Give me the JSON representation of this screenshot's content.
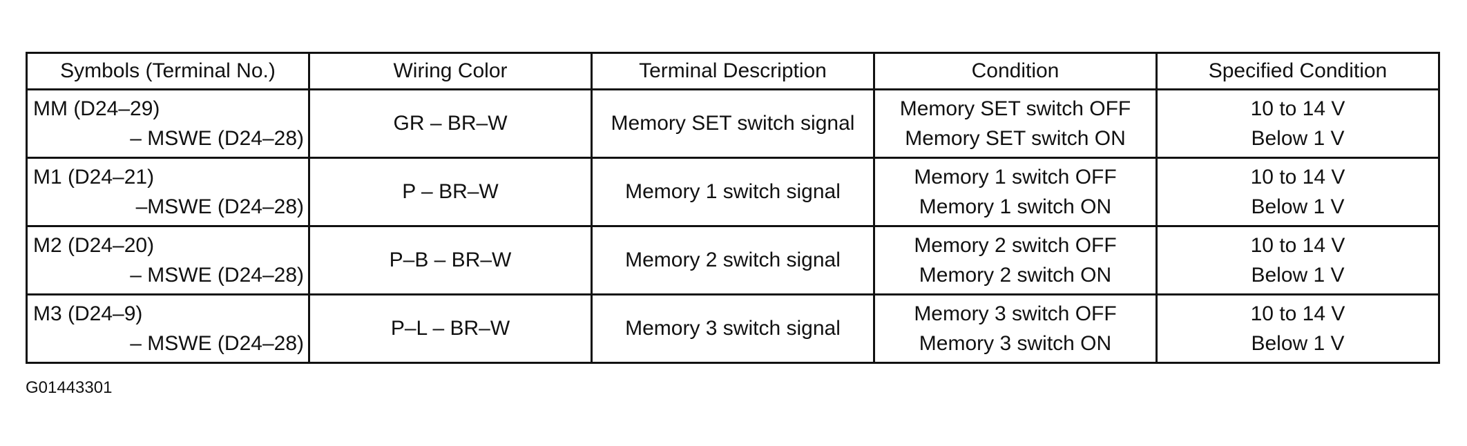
{
  "table": {
    "headers": [
      "Symbols (Terminal No.)",
      "Wiring Color",
      "Terminal Description",
      "Condition",
      "Specified Condition"
    ],
    "rows": [
      {
        "symbol_line1": "MM (D24–29)",
        "symbol_line2": "– MSWE (D24–28)",
        "wiring_color": "GR – BR–W",
        "description": "Memory SET switch signal",
        "condition_1": "Memory SET switch OFF",
        "condition_2": "Memory SET switch ON",
        "specified_1": "10 to 14 V",
        "specified_2": "Below 1 V"
      },
      {
        "symbol_line1": "M1 (D24–21)",
        "symbol_line2": "–MSWE (D24–28)",
        "wiring_color": "P – BR–W",
        "description": "Memory 1 switch signal",
        "condition_1": "Memory 1 switch OFF",
        "condition_2": "Memory 1 switch ON",
        "specified_1": "10 to 14 V",
        "specified_2": "Below 1 V"
      },
      {
        "symbol_line1": "M2 (D24–20)",
        "symbol_line2": "– MSWE (D24–28)",
        "wiring_color": "P–B – BR–W",
        "description": "Memory 2 switch signal",
        "condition_1": "Memory 2 switch OFF",
        "condition_2": "Memory 2 switch ON",
        "specified_1": "10 to 14 V",
        "specified_2": "Below 1 V"
      },
      {
        "symbol_line1": "M3 (D24–9)",
        "symbol_line2": "– MSWE (D24–28)",
        "wiring_color": "P–L – BR–W",
        "description": "Memory 3 switch signal",
        "condition_1": "Memory 3 switch OFF",
        "condition_2": "Memory 3 switch ON",
        "specified_1": "10 to 14 V",
        "specified_2": "Below 1 V"
      }
    ]
  },
  "figure_id": "G01443301"
}
